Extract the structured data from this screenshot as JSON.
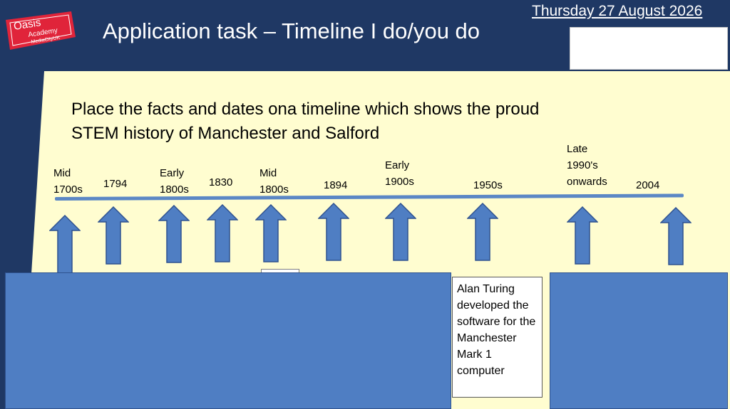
{
  "header": {
    "title": "Application task – Timeline I do/you do",
    "date": "Thursday 27 August 2026",
    "logo": {
      "word1": "Oasis",
      "word2": "Academy",
      "word3": "MediaCityUK"
    }
  },
  "instruction": {
    "line1": "Place the facts and dates ona timeline which shows the proud",
    "line2": "STEM history of Manchester and Salford"
  },
  "timeline": {
    "labels": [
      {
        "line1": "Mid",
        "line2": "1700s"
      },
      {
        "line1": "1794"
      },
      {
        "line1": "Early",
        "line2": "1800s"
      },
      {
        "line1": "1830"
      },
      {
        "line1": "Mid",
        "line2": "1800s"
      },
      {
        "line1": "1894"
      },
      {
        "line1": "Early",
        "line2": "1900s"
      },
      {
        "line1": "1950s"
      },
      {
        "line1": "Late",
        "line2": "1990's",
        "line3": "onwards"
      },
      {
        "line1": "2004"
      }
    ]
  },
  "fact_card": {
    "text": "Alan Turing developed the software for the Manchester Mark 1 computer"
  },
  "colors": {
    "navy": "#1f3864",
    "cream": "#fffdd0",
    "arrow_blue": "#4f7ec3",
    "logo_red": "#e0243a"
  }
}
